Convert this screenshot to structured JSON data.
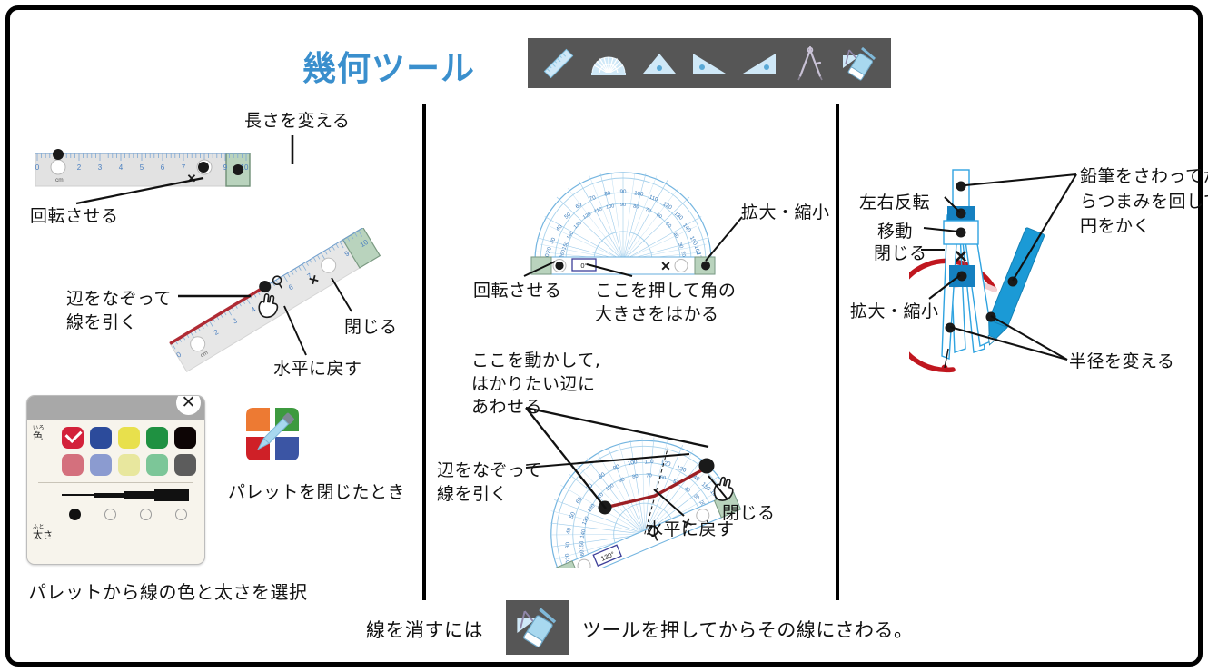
{
  "header": {
    "title": "幾何ツール",
    "title_color": "#3a8fcd",
    "toolbar_bg": "#565656",
    "tools": [
      {
        "name": "ruler-tool",
        "label": "定規"
      },
      {
        "name": "protractor-tool",
        "label": "分度器"
      },
      {
        "name": "isosceles-triangle-tool",
        "label": "二等辺三角定規"
      },
      {
        "name": "right-triangle-right-tool",
        "label": "直角三角定規"
      },
      {
        "name": "right-triangle-left-tool",
        "label": "三角定規"
      },
      {
        "name": "compass-tool",
        "label": "コンパス"
      },
      {
        "name": "eraser-tool",
        "label": "消しゴム"
      }
    ]
  },
  "ruler_top": {
    "callout_length": "長さを変える",
    "callout_rotate": "回転させる",
    "unit": "cm",
    "ticks": [
      "0",
      "1",
      "2",
      "3",
      "4",
      "5",
      "6",
      "7",
      "8",
      "9",
      "10"
    ]
  },
  "ruler_tilted": {
    "callout_trace": "辺をなぞって\n線を引く",
    "callout_level": "水平に戻す",
    "callout_close": "閉じる",
    "unit": "cm"
  },
  "palette": {
    "close_label": "✕",
    "color_label": "色",
    "color_furigana": "いろ",
    "thickness_label": "太さ",
    "thickness_furigana": "ふと",
    "colors_row1": [
      "#d3213a",
      "#2c4b9b",
      "#e8e04c",
      "#1f9141",
      "#0d0505"
    ],
    "colors_row2": [
      "#d4707d",
      "#8b9bd0",
      "#e8e79e",
      "#7cc698",
      "#5c5c5c"
    ],
    "selected_index": 0,
    "thickness_levels": [
      2,
      5,
      9,
      14
    ],
    "thickness_selected": 1,
    "caption": "パレットから線の色と太さを選択",
    "app_icon_caption": "パレットを閉じたとき",
    "app_icon_colors": {
      "top_left": "#ed7a33",
      "top_right": "#3d9a3f",
      "bottom_left": "#cf2027",
      "bottom_right": "#3b55a4",
      "dropper": "#a8d8ef"
    }
  },
  "protractor_top": {
    "callout_rotate": "回転させる",
    "callout_press": "ここを押して角の\n大きさをはかる",
    "callout_scale": "拡大・縮小",
    "angle_value": "0°"
  },
  "protractor_tilted": {
    "callout_move": "ここを動かして,\nはかりたい辺に\nあわせる",
    "callout_trace": "辺をなぞって\n線を引く",
    "callout_level": "水平に戻す",
    "callout_close": "閉じる",
    "angle_value": "130°"
  },
  "compass": {
    "callout_flip": "左右反転",
    "callout_move": "移動",
    "callout_close": "閉じる",
    "callout_scale": "拡大・縮小",
    "callout_pencil": "鉛筆をさわってか\nらつまみを回して\n円をかく",
    "callout_radius": "半径を変える",
    "arc_color": "#c0171f",
    "body_color": "#1b9ad6"
  },
  "footer": {
    "text_before": "線を消すには",
    "text_after": "ツールを押してからその線にさわる。",
    "icon_name": "eraser-tool-icon"
  }
}
